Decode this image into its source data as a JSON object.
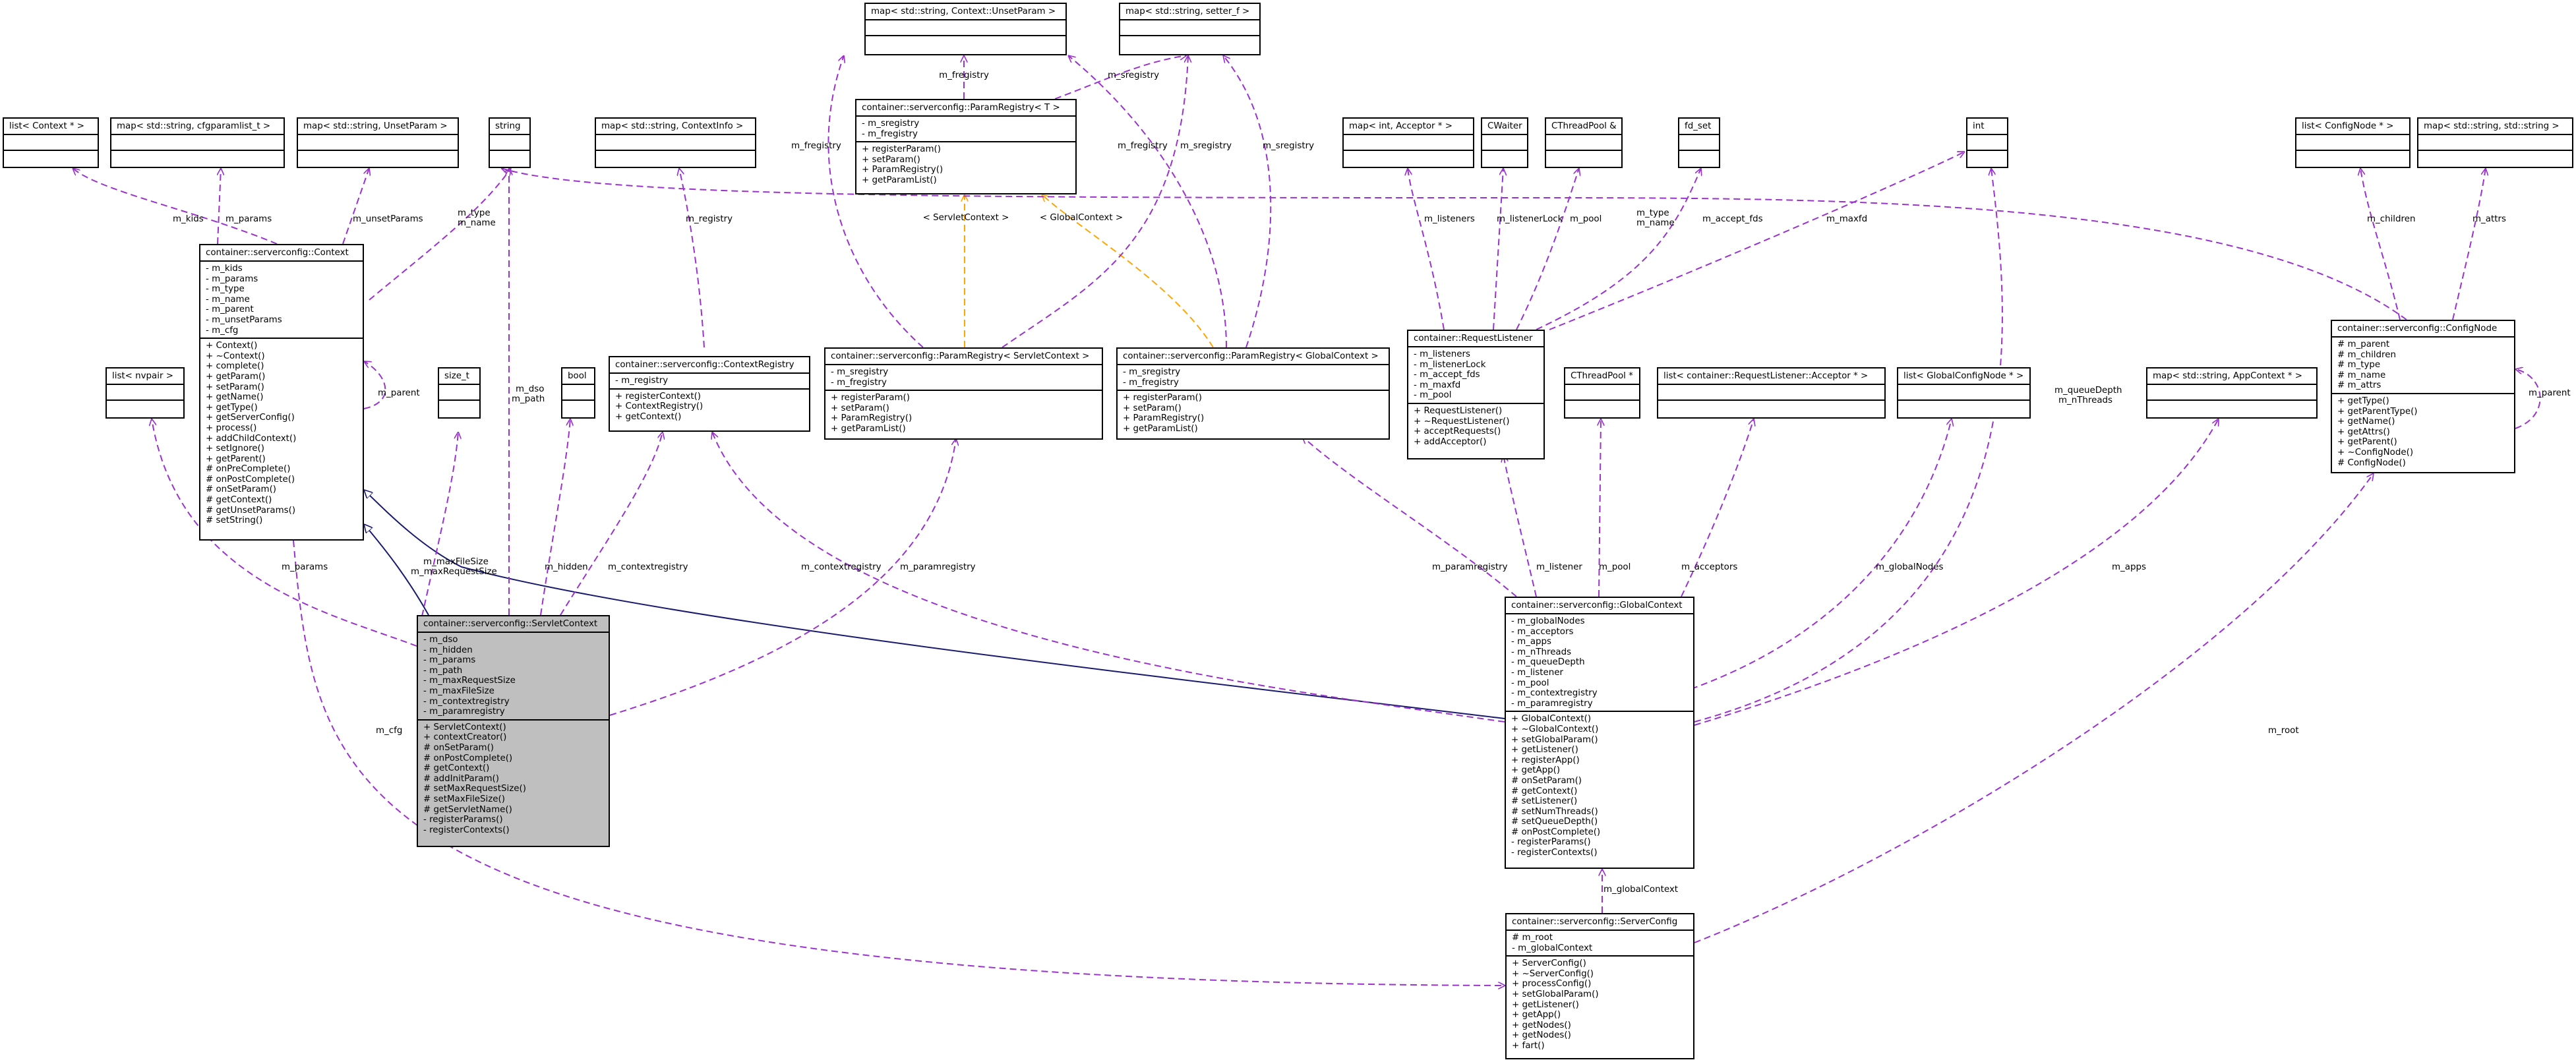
{
  "colors": {
    "usage": "#9a32cd",
    "template": "#ffa500",
    "inherit": "#191970",
    "highlight": "#bfbfbf"
  },
  "classes": [
    {
      "id": "uparam_map",
      "name": "map< std::string, Context::UnsetParam >",
      "attrs": [],
      "ops": []
    },
    {
      "id": "setter_map",
      "name": "map< std::string, setter_f >",
      "attrs": [],
      "ops": []
    },
    {
      "id": "pr_t",
      "name": "container::serverconfig::ParamRegistry< T >",
      "attrs": [
        "- m_sregistry",
        "- m_fregistry"
      ],
      "ops": [
        "+ registerParam()",
        "+ setParam()",
        "+ ParamRegistry()",
        "+ getParamList()"
      ]
    },
    {
      "id": "list_ctx",
      "name": "list< Context * >",
      "attrs": [],
      "ops": []
    },
    {
      "id": "map_cfgparam",
      "name": "map< std::string, cfgparamlist_t >",
      "attrs": [],
      "ops": []
    },
    {
      "id": "map_unset",
      "name": "map< std::string, UnsetParam >",
      "attrs": [],
      "ops": []
    },
    {
      "id": "string",
      "name": "string",
      "attrs": [],
      "ops": []
    },
    {
      "id": "map_ctxinfo",
      "name": "map< std::string, ContextInfo >",
      "attrs": [],
      "ops": []
    },
    {
      "id": "map_acceptor",
      "name": "map< int, Acceptor * >",
      "attrs": [],
      "ops": []
    },
    {
      "id": "cwaiter",
      "name": "CWaiter",
      "attrs": [],
      "ops": []
    },
    {
      "id": "ctpool_ref",
      "name": "CThreadPool &",
      "attrs": [],
      "ops": []
    },
    {
      "id": "fdset",
      "name": "fd_set",
      "attrs": [],
      "ops": []
    },
    {
      "id": "int",
      "name": "int",
      "attrs": [],
      "ops": []
    },
    {
      "id": "list_cfgnode",
      "name": "list< ConfigNode * >",
      "attrs": [],
      "ops": []
    },
    {
      "id": "map_strstr",
      "name": "map< std::string, std::string >",
      "attrs": [],
      "ops": []
    },
    {
      "id": "context",
      "name": "container::serverconfig::Context",
      "attrs": [
        "- m_kids",
        "- m_params",
        "- m_type",
        "- m_name",
        "- m_parent",
        "- m_unsetParams",
        "- m_cfg"
      ],
      "ops": [
        "+ Context()",
        "+ ~Context()",
        "+ complete()",
        "+ getParam()",
        "+ setParam()",
        "+ getName()",
        "+ getType()",
        "+ getServerConfig()",
        "+ process()",
        "+ addChildContext()",
        "+ setIgnore()",
        "+ getParent()",
        "# onPreComplete()",
        "# onPostComplete()",
        "# onSetParam()",
        "# getContext()",
        "# getUnsetParams()",
        "# setString()"
      ]
    },
    {
      "id": "list_nvpair",
      "name": "list< nvpair >",
      "attrs": [],
      "ops": []
    },
    {
      "id": "size_t",
      "name": "size_t",
      "attrs": [],
      "ops": []
    },
    {
      "id": "bool",
      "name": "bool",
      "attrs": [],
      "ops": []
    },
    {
      "id": "ctxreg",
      "name": "container::serverconfig::ContextRegistry",
      "attrs": [
        "- m_registry"
      ],
      "ops": [
        "+ registerContext()",
        "+ ContextRegistry()",
        "+ getContext()"
      ]
    },
    {
      "id": "pr_sc",
      "name": "container::serverconfig::ParamRegistry< ServletContext >",
      "attrs": [
        "- m_sregistry",
        "- m_fregistry"
      ],
      "ops": [
        "+ registerParam()",
        "+ setParam()",
        "+ ParamRegistry()",
        "+ getParamList()"
      ]
    },
    {
      "id": "pr_gc",
      "name": "container::serverconfig::ParamRegistry< GlobalContext >",
      "attrs": [
        "- m_sregistry",
        "- m_fregistry"
      ],
      "ops": [
        "+ registerParam()",
        "+ setParam()",
        "+ ParamRegistry()",
        "+ getParamList()"
      ]
    },
    {
      "id": "reqlistener",
      "name": "container::RequestListener",
      "attrs": [
        "- m_listeners",
        "- m_listenerLock",
        "- m_accept_fds",
        "- m_maxfd",
        "- m_pool"
      ],
      "ops": [
        "+ RequestListener()",
        "+ ~RequestListener()",
        "+ acceptRequests()",
        "+ addAcceptor()"
      ]
    },
    {
      "id": "configinode",
      "name": "container::serverconfig::ConfigNode",
      "attrs": [
        "# m_parent",
        "# m_children",
        "# m_type",
        "# m_name",
        "# m_attrs"
      ],
      "ops": [
        "+ getType()",
        "+ getParentType()",
        "+ getName()",
        "+ getAttrs()",
        "+ getParent()",
        "+ ~ConfigNode()",
        "# ConfigNode()"
      ]
    },
    {
      "id": "ctpool_ptr",
      "name": "CThreadPool *",
      "attrs": [],
      "ops": []
    },
    {
      "id": "list_acceptor",
      "name": "list< container::RequestListener::Acceptor * >",
      "attrs": [],
      "ops": []
    },
    {
      "id": "list_gcn",
      "name": "list< GlobalConfigNode * >",
      "attrs": [],
      "ops": []
    },
    {
      "id": "map_appctx",
      "name": "map< std::string, AppContext * >",
      "attrs": [],
      "ops": []
    },
    {
      "id": "servletctx",
      "name": "container::serverconfig::ServletContext",
      "highlight": true,
      "attrs": [
        "- m_dso",
        "- m_hidden",
        "- m_params",
        "- m_path",
        "- m_maxRequestSize",
        "- m_maxFileSize",
        "- m_contextregistry",
        "- m_paramregistry"
      ],
      "ops": [
        "+ ServletContext()",
        "+ contextCreator()",
        "# onSetParam()",
        "# onPostComplete()",
        "# getContext()",
        "# addInitParam()",
        "# setMaxRequestSize()",
        "# setMaxFileSize()",
        "# getServletName()",
        "- registerParams()",
        "- registerContexts()"
      ]
    },
    {
      "id": "globalctx",
      "name": "container::serverconfig::GlobalContext",
      "attrs": [
        "- m_globalNodes",
        "- m_acceptors",
        "- m_apps",
        "- m_nThreads",
        "- m_queueDepth",
        "- m_listener",
        "- m_pool",
        "- m_contextregistry",
        "- m_paramregistry"
      ],
      "ops": [
        "+ GlobalContext()",
        "+ ~GlobalContext()",
        "+ setGlobalParam()",
        "+ getListener()",
        "+ registerApp()",
        "+ getApp()",
        "# onSetParam()",
        "# getContext()",
        "# setListener()",
        "# setNumThreads()",
        "# setQueueDepth()",
        "# onPostComplete()",
        "- registerParams()",
        "- registerContexts()"
      ]
    },
    {
      "id": "serverconfig",
      "name": "container::serverconfig::ServerConfig",
      "attrs": [
        "# m_root",
        "- m_globalContext"
      ],
      "ops": [
        "+ ServerConfig()",
        "+ ~ServerConfig()",
        "+ processConfig()",
        "+ setGlobalParam()",
        "+ getListener()",
        "+ getApp()",
        "+ getNodes()",
        "+ getNodes()",
        "+ fart()"
      ]
    }
  ],
  "edge_labels": [
    {
      "id": "l_fregistry1",
      "text": "m_fregistry"
    },
    {
      "id": "l_sregistry1",
      "text": "m_sregistry"
    },
    {
      "id": "l_fregistry2",
      "text": "m_fregistry"
    },
    {
      "id": "l_fregistry3",
      "text": "m_fregistry"
    },
    {
      "id": "l_sregistry2",
      "text": "m_sregistry"
    },
    {
      "id": "l_sregistry3",
      "text": "m_sregistry"
    },
    {
      "id": "l_tmpl_sc",
      "text": "< ServletContext >"
    },
    {
      "id": "l_tmpl_gc",
      "text": "< GlobalContext >"
    },
    {
      "id": "l_kids",
      "text": "m_kids"
    },
    {
      "id": "l_params1",
      "text": "m_params"
    },
    {
      "id": "l_unsetparams",
      "text": "m_unsetParams"
    },
    {
      "id": "l_type1",
      "text": "m_type"
    },
    {
      "id": "l_name1",
      "text": "m_name"
    },
    {
      "id": "l_registry",
      "text": "m_registry"
    },
    {
      "id": "l_parent1",
      "text": "m_parent"
    },
    {
      "id": "l_listeners",
      "text": "m_listeners"
    },
    {
      "id": "l_listenerlock",
      "text": "m_listenerLock"
    },
    {
      "id": "l_pool1",
      "text": "m_pool"
    },
    {
      "id": "l_type2",
      "text": "m_type"
    },
    {
      "id": "l_name2",
      "text": "m_name"
    },
    {
      "id": "l_acceptfds",
      "text": "m_accept_fds"
    },
    {
      "id": "l_maxfd",
      "text": "m_maxfd"
    },
    {
      "id": "l_children",
      "text": "m_children"
    },
    {
      "id": "l_attrs",
      "text": "m_attrs"
    },
    {
      "id": "l_parent2",
      "text": "m_parent"
    },
    {
      "id": "l_dso",
      "text": "m_dso"
    },
    {
      "id": "l_path",
      "text": "m_path"
    },
    {
      "id": "l_maxfilesize",
      "text": "m_maxFileSize"
    },
    {
      "id": "l_maxrequestsize",
      "text": "m_maxRequestSize"
    },
    {
      "id": "l_params2",
      "text": "m_params"
    },
    {
      "id": "l_hidden",
      "text": "m_hidden"
    },
    {
      "id": "l_ctxreg1",
      "text": "m_contextregistry"
    },
    {
      "id": "l_ctxreg2",
      "text": "m_contextregistry"
    },
    {
      "id": "l_paramreg1",
      "text": "m_paramregistry"
    },
    {
      "id": "l_paramreg2",
      "text": "m_paramregistry"
    },
    {
      "id": "l_listener",
      "text": "m_listener"
    },
    {
      "id": "l_pool2",
      "text": "m_pool"
    },
    {
      "id": "l_acceptors",
      "text": "m_acceptors"
    },
    {
      "id": "l_globalnodes",
      "text": "m_globalNodes"
    },
    {
      "id": "l_queuedepth",
      "text": "m_queueDepth"
    },
    {
      "id": "l_nthreads",
      "text": "m_nThreads"
    },
    {
      "id": "l_apps",
      "text": "m_apps"
    },
    {
      "id": "l_cfg",
      "text": "m_cfg"
    },
    {
      "id": "l_root",
      "text": "m_root"
    },
    {
      "id": "l_globalcontext",
      "text": "m_globalContext"
    }
  ]
}
